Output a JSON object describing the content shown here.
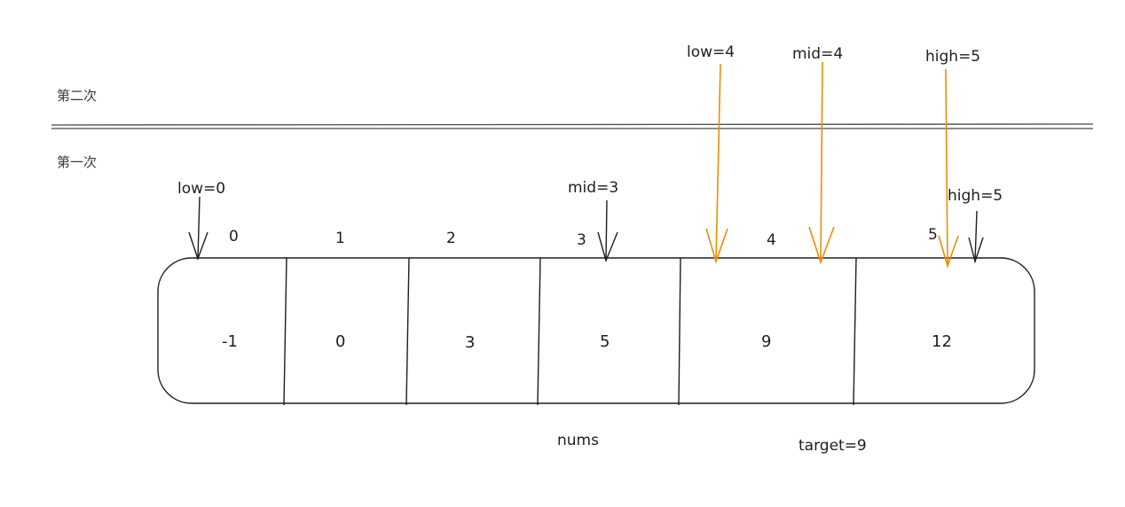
{
  "round_labels": {
    "second": "第二次",
    "first": "第一次"
  },
  "array": {
    "name": "nums",
    "indices": [
      "0",
      "1",
      "2",
      "3",
      "4",
      "5"
    ],
    "values": [
      "-1",
      "0",
      "3",
      "5",
      "9",
      "12"
    ]
  },
  "target": "target=9",
  "first_round": {
    "low": "low=0",
    "mid": "mid=3",
    "high": "high=5"
  },
  "second_round": {
    "low": "low=4",
    "mid": "mid=4",
    "high": "high=5"
  },
  "colors": {
    "ink": "#1e1e1e",
    "highlight": "#f08c00"
  }
}
